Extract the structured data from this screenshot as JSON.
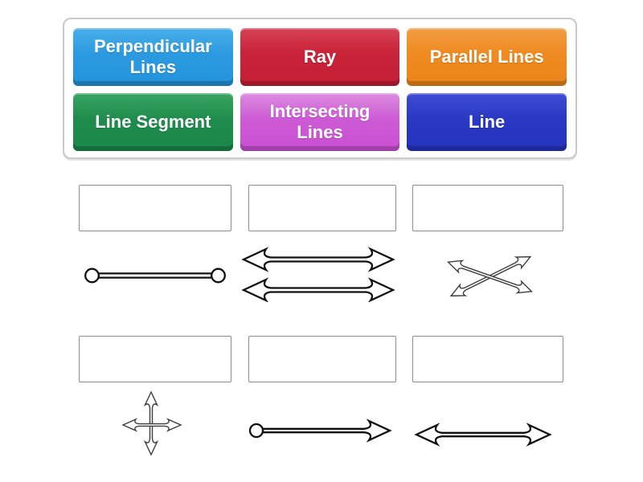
{
  "word_bank": {
    "items": [
      {
        "label": "Perpendicular Lines",
        "color": "#2b9ae0"
      },
      {
        "label": "Ray",
        "color": "#c92238"
      },
      {
        "label": "Parallel Lines",
        "color": "#ee8a20"
      },
      {
        "label": "Line Segment",
        "color": "#1f8c4d"
      },
      {
        "label": "Intersecting Lines",
        "color": "#cd5ad5"
      },
      {
        "label": "Line",
        "color": "#2a38c4"
      }
    ]
  },
  "answer_slots": [
    {
      "value": ""
    },
    {
      "value": ""
    },
    {
      "value": ""
    },
    {
      "value": ""
    },
    {
      "value": ""
    },
    {
      "value": ""
    }
  ],
  "diagrams": [
    {
      "name": "line-segment-diagram"
    },
    {
      "name": "parallel-lines-diagram"
    },
    {
      "name": "intersecting-lines-diagram"
    },
    {
      "name": "perpendicular-lines-diagram"
    },
    {
      "name": "ray-diagram"
    },
    {
      "name": "line-diagram"
    }
  ]
}
